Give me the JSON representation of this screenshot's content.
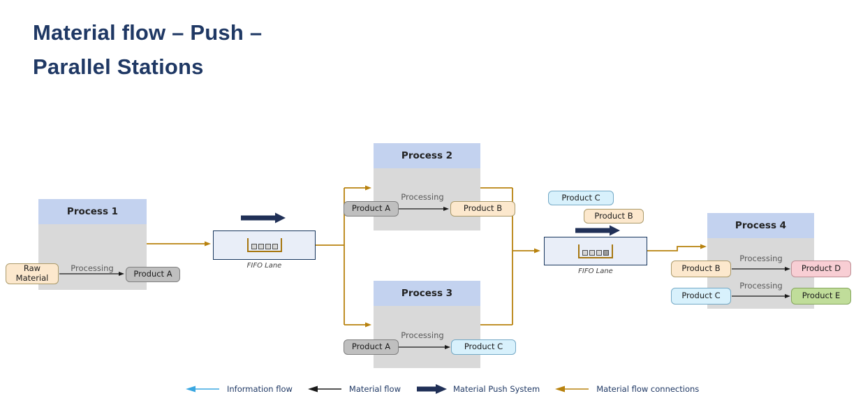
{
  "header": {
    "title_line1": "Material flow – Push –",
    "title_line2": "Parallel Stations"
  },
  "processes": [
    {
      "name": "Process 1"
    },
    {
      "name": "Process 2"
    },
    {
      "name": "Process 3"
    },
    {
      "name": "Process 4"
    }
  ],
  "labels": {
    "processing": "Processing",
    "fifo_lane": "FIFO Lane"
  },
  "products": {
    "raw_material": "Raw Material",
    "a": "Product A",
    "b": "Product B",
    "c": "Product C",
    "d": "Product D",
    "e": "Product E"
  },
  "legend": {
    "items": [
      {
        "label": "Information flow"
      },
      {
        "label": "Material flow"
      },
      {
        "label": "Material Push System"
      },
      {
        "label": "Material flow connections"
      }
    ]
  },
  "flows": [
    {
      "from": "Process 1",
      "to": "FIFO Lane 1",
      "type": "material flow connection"
    },
    {
      "from": "FIFO Lane 1",
      "to": "Process 2",
      "type": "material flow connection"
    },
    {
      "from": "FIFO Lane 1",
      "to": "Process 3",
      "type": "material flow connection"
    },
    {
      "from": "Process 2",
      "to": "FIFO Lane 2",
      "type": "material flow connection"
    },
    {
      "from": "Process 3",
      "to": "FIFO Lane 2",
      "type": "material flow connection"
    },
    {
      "from": "FIFO Lane 2",
      "to": "Process 4",
      "type": "material flow connection"
    }
  ],
  "colors": {
    "title_navy": "#1f3864",
    "process_header_blue": "#c3d2ef",
    "process_body_gray": "#d9d9d9",
    "fifo_fill": "#e9eef8",
    "fifo_border": "#17365d",
    "connection_orange": "#b8820e",
    "push_navy": "#203057",
    "information_blue": "#3aa7e1",
    "material_black": "#1a1a1a",
    "chip_peach": "#fce8cd",
    "chip_gray": "#bfbfbf",
    "chip_cyan": "#d8f1fc",
    "chip_pink": "#f8ced4",
    "chip_green": "#c0dd9a"
  }
}
